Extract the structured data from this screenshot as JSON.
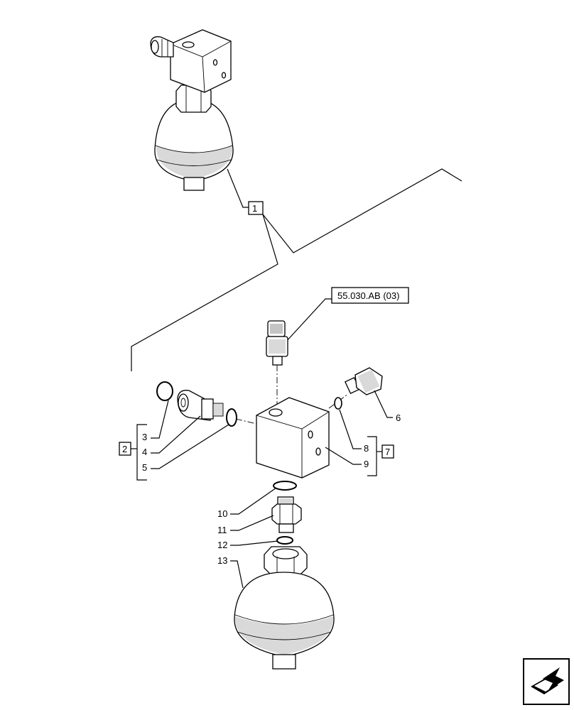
{
  "reference": "55.030.AB (03)",
  "items": {
    "1": "1",
    "2": "2",
    "3": "3",
    "4": "4",
    "5": "5",
    "6": "6",
    "7": "7",
    "8": "8",
    "9": "9",
    "10": "10",
    "11": "11",
    "12": "12",
    "13": "13"
  },
  "nav_icon": "next-page-arrow-icon"
}
